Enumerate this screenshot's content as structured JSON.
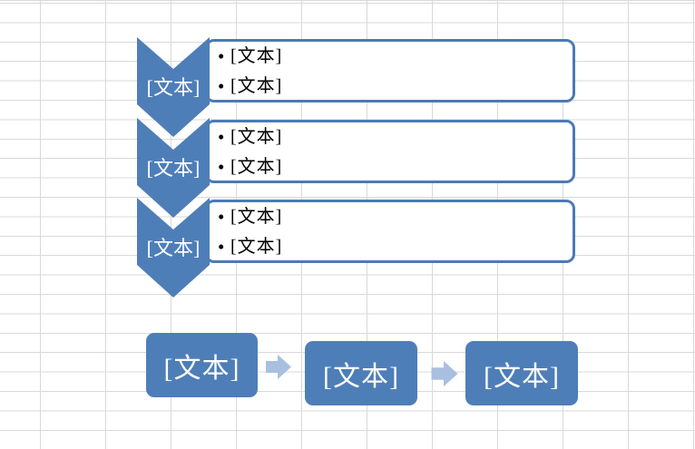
{
  "colors": {
    "shape_fill": "#4E7EB8",
    "shape_border": "#4C7AB5",
    "arrow_fill": "#A9BFE0",
    "gridline": "#D9D9D9",
    "shape_text": "#FFFFFF",
    "bullet_text": "#000000"
  },
  "chevron_list": {
    "type": "vertical-chevron-list",
    "bullet_char": "•",
    "items": [
      {
        "label": "[文本]",
        "bullets": [
          "[文本]",
          "[文本]"
        ]
      },
      {
        "label": "[文本]",
        "bullets": [
          "[文本]",
          "[文本]"
        ]
      },
      {
        "label": "[文本]",
        "bullets": [
          "[文本]",
          "[文本]"
        ]
      }
    ]
  },
  "process_flow": {
    "type": "basic-process",
    "steps": [
      {
        "label": "[文本]"
      },
      {
        "label": "[文本]"
      },
      {
        "label": "[文本]"
      }
    ]
  }
}
